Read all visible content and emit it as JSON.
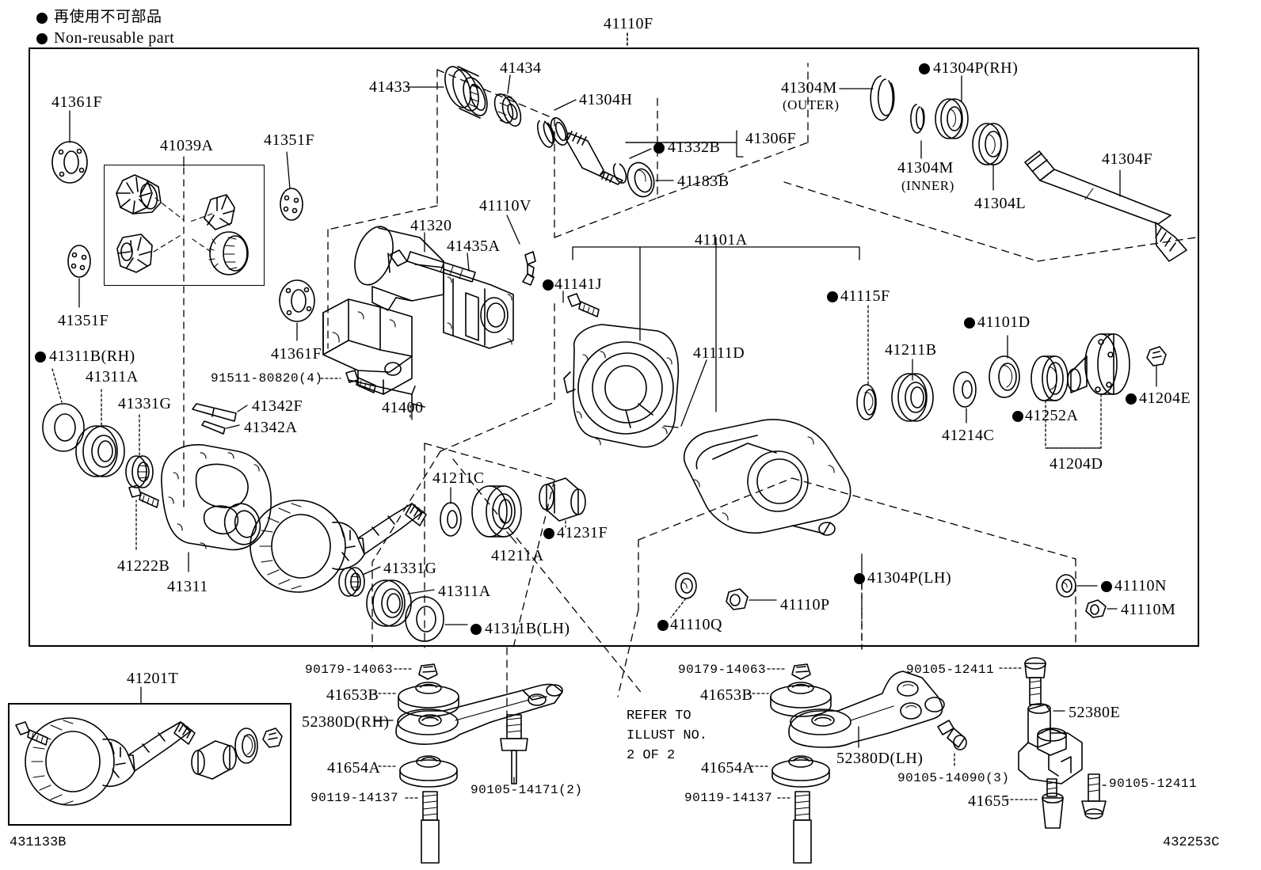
{
  "legend": {
    "japanese": "再使用不可部品",
    "english": "Non-reusable part"
  },
  "diagram": {
    "top_assembly_label": "41110F",
    "refer_note_line1": "REFER TO",
    "refer_note_line2": "ILLUST NO.",
    "refer_note_line3": "2 OF 2",
    "footer_left_code": "431133B",
    "footer_right_code": "432253C"
  },
  "sub_assembly_boxes": {
    "differential_gear_kit": "41039A",
    "ring_and_pinion_set": "41201T"
  },
  "parts": {
    "p41433": "41433",
    "p41434": "41434",
    "p41304H": "41304H",
    "p41332B": "41332B",
    "p41306F": "41306F",
    "p41183B": "41183B",
    "p41304M_outer_l1": "41304M",
    "p41304M_outer_l2": "(OUTER)",
    "p41304P_RH": "41304P(RH)",
    "p41304M_inner_l1": "41304M",
    "p41304M_inner_l2": "(INNER)",
    "p41304L": "41304L",
    "p41304F": "41304F",
    "p41361F_a": "41361F",
    "p41351F_a": "41351F",
    "p41351F_b": "41351F",
    "p41361F_b": "41361F",
    "p41311B_RH": "41311B(RH)",
    "p41311A_a": "41311A",
    "p41331G_a": "41331G",
    "p41222B": "41222B",
    "p41311": "41311",
    "p41331G_b": "41331G",
    "p41311A_b": "41311A",
    "p41311B_LH": "41311B(LH)",
    "p91511_80820": "91511-80820(4)",
    "p41342F": "41342F",
    "p41342A": "41342A",
    "p41320": "41320",
    "p41435A": "41435A",
    "p41110V": "41110V",
    "p41400": "41400",
    "p41141J": "41141J",
    "p41101A": "41101A",
    "p41111D": "41111D",
    "p41115F": "41115F",
    "p41211B": "41211B",
    "p41101D": "41101D",
    "p41214C": "41214C",
    "p41252A": "41252A",
    "p41204D": "41204D",
    "p41204E": "41204E",
    "p41211C": "41211C",
    "p41211A": "41211A",
    "p41231F": "41231F",
    "p41110Q": "41110Q",
    "p41110P": "41110P",
    "p41304P_LH": "41304P(LH)",
    "p41110N": "41110N",
    "p41110M": "41110M"
  },
  "lower_section": {
    "rh": {
      "nut": "90179-14063",
      "cushion_upper": "41653B",
      "arm": "52380D(RH)",
      "cushion_lower": "41654A",
      "bolt_long": "90119-14137",
      "bolt_short": "90105-14171(2)"
    },
    "lh": {
      "nut": "90179-14063",
      "cushion_upper": "41653B",
      "arm": "52380D(LH)",
      "cushion_lower": "41654A",
      "bolt_long": "90119-14137",
      "bolt_set": "90105-14090(3)",
      "ball_joint_bolt": "90105-12411"
    },
    "knuckle": {
      "bolt_top": "90105-12411",
      "support": "52380E",
      "boot": "41655",
      "bolt_bottom": "90105-12411"
    }
  },
  "colors": {
    "line": "#000000",
    "background": "#ffffff"
  }
}
